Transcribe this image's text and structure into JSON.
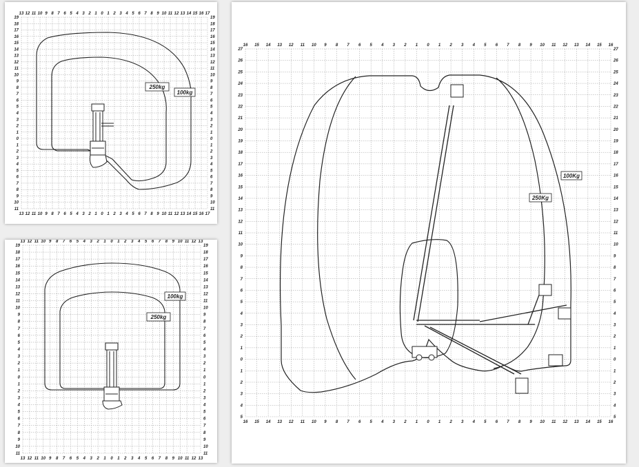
{
  "panels": [
    {
      "id": "top-view-rotated",
      "load_labels": [
        "250kg",
        "100kg"
      ],
      "x_ticks": [
        "13",
        "12",
        "11",
        "10",
        "9",
        "8",
        "7",
        "6",
        "5",
        "4",
        "3",
        "2",
        "1",
        "0",
        "1",
        "2",
        "3",
        "4",
        "5",
        "6",
        "7",
        "8",
        "9",
        "10",
        "11",
        "12",
        "13",
        "14",
        "15",
        "16",
        "17"
      ],
      "y_ticks": [
        "19",
        "18",
        "17",
        "16",
        "15",
        "14",
        "13",
        "12",
        "11",
        "10",
        "9",
        "8",
        "7",
        "6",
        "5",
        "4",
        "3",
        "2",
        "1",
        "0",
        "1",
        "2",
        "3",
        "4",
        "5",
        "6",
        "7",
        "8",
        "9",
        "10",
        "11"
      ]
    },
    {
      "id": "top-view-straight",
      "load_labels": [
        "100kg",
        "250kg"
      ],
      "x_ticks": [
        "13",
        "12",
        "11",
        "10",
        "9",
        "8",
        "7",
        "6",
        "5",
        "4",
        "3",
        "2",
        "1",
        "0",
        "1",
        "2",
        "3",
        "4",
        "5",
        "6",
        "7",
        "8",
        "9",
        "10",
        "11",
        "12",
        "13"
      ],
      "y_ticks": [
        "19",
        "18",
        "17",
        "16",
        "15",
        "14",
        "13",
        "12",
        "11",
        "10",
        "9",
        "8",
        "7",
        "6",
        "5",
        "4",
        "3",
        "2",
        "1",
        "0",
        "1",
        "2",
        "3",
        "4",
        "5",
        "6",
        "7",
        "8",
        "9",
        "10",
        "11"
      ]
    },
    {
      "id": "side-view-reach",
      "load_labels": [
        "100Kg",
        "250Kg"
      ],
      "x_ticks": [
        "16",
        "15",
        "14",
        "13",
        "12",
        "11",
        "10",
        "9",
        "8",
        "7",
        "6",
        "5",
        "4",
        "3",
        "2",
        "1",
        "0",
        "1",
        "2",
        "3",
        "4",
        "5",
        "6",
        "7",
        "8",
        "9",
        "10",
        "11",
        "12",
        "13",
        "14",
        "15",
        "16"
      ],
      "y_ticks": [
        "27",
        "26",
        "25",
        "24",
        "23",
        "22",
        "21",
        "20",
        "19",
        "18",
        "17",
        "16",
        "15",
        "14",
        "13",
        "12",
        "11",
        "10",
        "9",
        "8",
        "7",
        "6",
        "5",
        "4",
        "3",
        "2",
        "1",
        "0",
        "1",
        "2",
        "3",
        "4",
        "5"
      ]
    }
  ]
}
